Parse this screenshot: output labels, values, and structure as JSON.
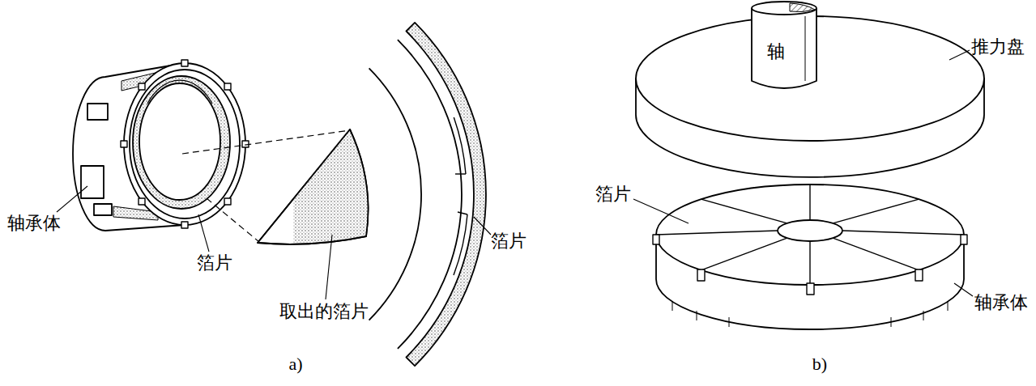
{
  "diagram": {
    "labels": [
      "轴承体",
      "箔片",
      "取出的箔片",
      "箔片",
      "a)",
      "轴",
      "推力盘",
      "箔片",
      "轴承体",
      "b)"
    ]
  }
}
